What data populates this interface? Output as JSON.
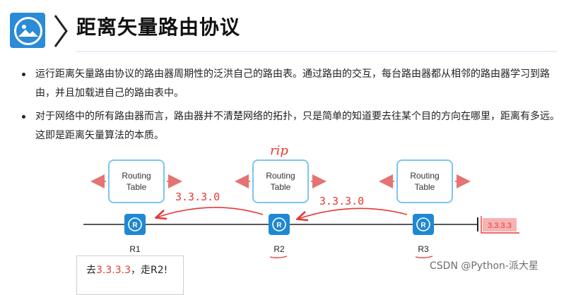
{
  "header": {
    "title": "距离矢量路由协议"
  },
  "bullets": [
    "运行距离矢量路由协议的路由器周期性的泛洪自己的路由表。通过路由的交互，每台路由器都从相邻的路由器学习到路由，并且加载进自己的路由表中。",
    "对于网络中的所有路由器而言，路由器并不清楚网络的拓扑，只是简单的知道要去往某个目的方向在哪里，距离有多远。这即是距离矢量算法的本质。"
  ],
  "diagram": {
    "tables": [
      {
        "line1": "Routing",
        "line2": "Table"
      },
      {
        "line1": "Routing",
        "line2": "Table"
      },
      {
        "line1": "Routing",
        "line2": "Table"
      }
    ],
    "routers": [
      {
        "label": "R1",
        "glyph": "R"
      },
      {
        "label": "R2",
        "glyph": "R"
      },
      {
        "label": "R3",
        "glyph": "R"
      }
    ],
    "annotations": {
      "rip": "rip",
      "route_left": "3.3.3.0",
      "route_right": "3.3.3.0",
      "destination": "3.3.3.3"
    },
    "colors": {
      "router": "#1f88d4",
      "table_border": "#7ec4ee",
      "arrow": "#e57373",
      "ink": "#e53935",
      "highlight": "#f7b3b3"
    }
  },
  "note": {
    "prefix": "去",
    "ip": "3.3.3.3",
    "suffix": "，走R2!"
  },
  "watermark": "CSDN @Python-派大星"
}
